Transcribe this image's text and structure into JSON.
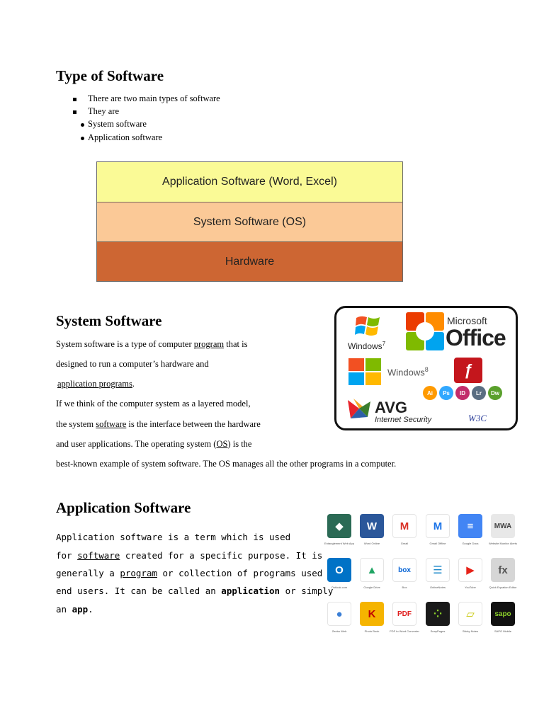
{
  "section1": {
    "title": "Type of Software",
    "bullets": [
      "There are two main types of software",
      "They are"
    ],
    "sub_bullets": [
      "System software",
      "Application software"
    ],
    "layers": [
      {
        "label": "Application Software (Word, Excel)",
        "color": "#FAFA96"
      },
      {
        "label": "System Software (OS)",
        "color": "#FBC997"
      },
      {
        "label": "Hardware",
        "color": "#CD6633"
      }
    ]
  },
  "section2": {
    "title": "System Software",
    "l1": "System software is a type of computer ",
    "l1_link": "program",
    "l1_end": " that is",
    "l2": "designed to run a computer’s hardware and",
    "l3_link": "application programs",
    "l3_end": ".",
    "l4": " If we think of the computer system as a layered model,",
    "l5": "the system ",
    "l5_link": "software",
    "l5_end": " is the interface between the hardware",
    "l6": "and user applications. The operating system (",
    "l6_link": "OS",
    "l6_end": ") is the",
    "l7": "best-known example of system software. The OS manages all the other programs in a computer.",
    "logos": {
      "win7": "Windows",
      "win7_ver": "7",
      "ms": "Microsoft",
      "office": "Office",
      "win8": "Windows",
      "win8_ver": "8",
      "avg": "AVG",
      "avg_sub": "Internet Security",
      "w3": "W3C",
      "adobe": [
        "Ai",
        "Ps",
        "ID",
        "Lr",
        "Dw"
      ]
    }
  },
  "section3": {
    "title": "Application Software",
    "l1": "Application software is a term which is used",
    "l2": "for ",
    "l2_link": "software",
    "l2_end": " created for a specific purpose. It is",
    "l3": "generally a ",
    "l3_link": "program",
    "l3_end": " or collection of programs used by",
    "l4": "end users. It can be called an ",
    "l4_bold": "application",
    "l4_end": " or simply",
    "l5": "an ",
    "l5_bold": "app",
    "l5_end": ".",
    "apps": [
      {
        "glyph": "◆",
        "bg": "#2b6a55",
        "caption": "Entanglement Web App"
      },
      {
        "glyph": "W",
        "bg": "#2b579a",
        "caption": "Word Online"
      },
      {
        "glyph": "M",
        "bg": "#ffffff",
        "fg": "#d93025",
        "caption": "Gmail"
      },
      {
        "glyph": "M",
        "bg": "#ffffff",
        "fg": "#1a73e8",
        "caption": "Gmail Offline"
      },
      {
        "glyph": "≡",
        "bg": "#4285f4",
        "caption": "Google Docs"
      },
      {
        "glyph": "MWA",
        "bg": "#e8e8e8",
        "fg": "#444",
        "caption": "Website Monitor Alerts"
      },
      {
        "glyph": "O",
        "bg": "#0072c6",
        "caption": "Outlook.com"
      },
      {
        "glyph": "▲",
        "bg": "#ffffff",
        "fg": "#1fa463",
        "caption": "Google Drive"
      },
      {
        "glyph": "box",
        "bg": "#ffffff",
        "fg": "#0061d5",
        "caption": "Box"
      },
      {
        "glyph": "☰",
        "bg": "#ffffff",
        "fg": "#1c88c9",
        "caption": "OnlineNotes"
      },
      {
        "glyph": "▶",
        "bg": "#ffffff",
        "fg": "#e62117",
        "caption": "YouTube"
      },
      {
        "glyph": "fx",
        "bg": "#d6d6d6",
        "fg": "#555",
        "caption": "Quick Equation Editor"
      },
      {
        "glyph": "●",
        "bg": "#ffffff",
        "fg": "#3b7fd6",
        "caption": "Zeebo Web"
      },
      {
        "glyph": "K",
        "bg": "#f5b400",
        "fg": "#c00000",
        "caption": "Photo Book"
      },
      {
        "glyph": "PDF",
        "bg": "#ffffff",
        "fg": "#e02020",
        "caption": "PDF to Word Converter"
      },
      {
        "glyph": "⁘",
        "bg": "#1a1a1a",
        "fg": "#8bd02a",
        "caption": "SnapPages"
      },
      {
        "glyph": "▱",
        "bg": "#ffffff",
        "fg": "#c6c600",
        "caption": "Sticky Notes"
      },
      {
        "glyph": "sapo",
        "bg": "#111111",
        "fg": "#8bd02a",
        "caption": "SAPO Mobile"
      }
    ]
  }
}
